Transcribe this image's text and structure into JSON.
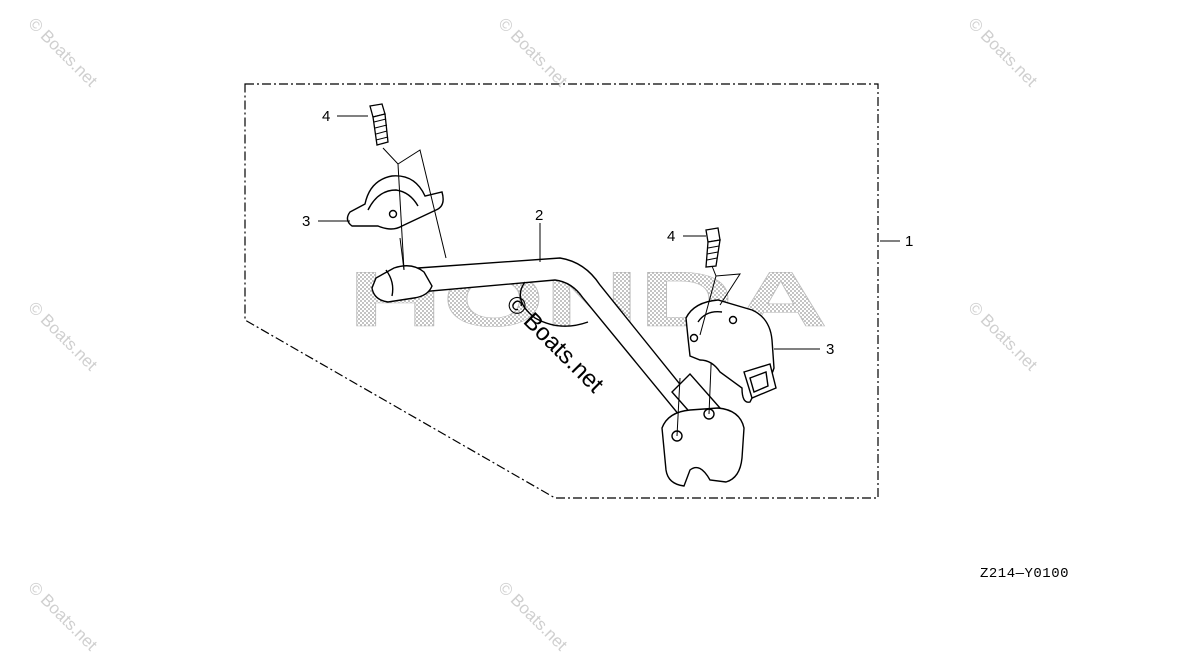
{
  "diagram": {
    "callouts": {
      "assembly": "1",
      "bracket": "2",
      "clamp_upper_left": "3",
      "clamp_right": "3",
      "bolt_left": "4",
      "bolt_right": "4"
    },
    "brand_mark": "HONDA",
    "center_watermark": "© Boats.net",
    "drawing_code": "Z214—Y0100",
    "corner_watermark": "© Boats.net"
  }
}
